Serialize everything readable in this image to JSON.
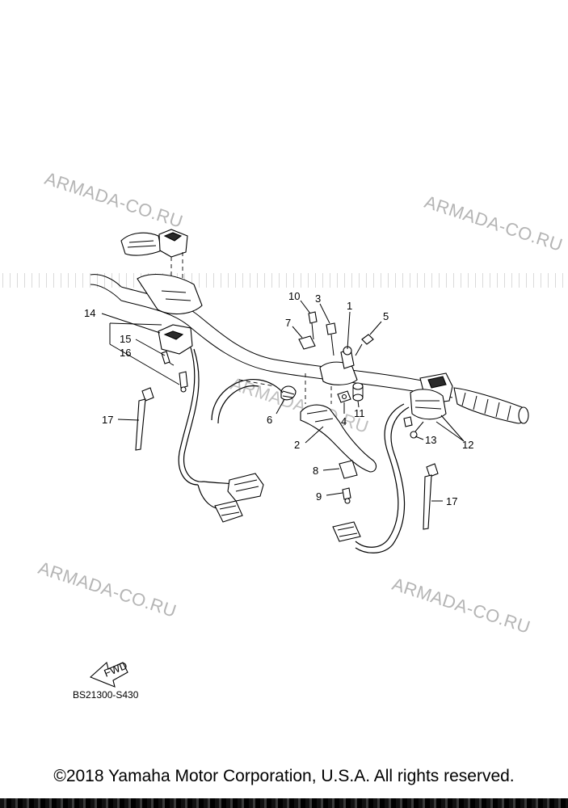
{
  "watermark_text": "ARMADA-CO.RU",
  "callouts": [
    "1",
    "2",
    "3",
    "4",
    "5",
    "6",
    "7",
    "8",
    "9",
    "10",
    "11",
    "12",
    "13",
    "14",
    "15",
    "16",
    "17"
  ],
  "fwd_label": "FWD",
  "diagram_code": "BS21300-S430",
  "copyright": "©2018 Yamaha Motor Corporation, U.S.A. All rights reserved."
}
